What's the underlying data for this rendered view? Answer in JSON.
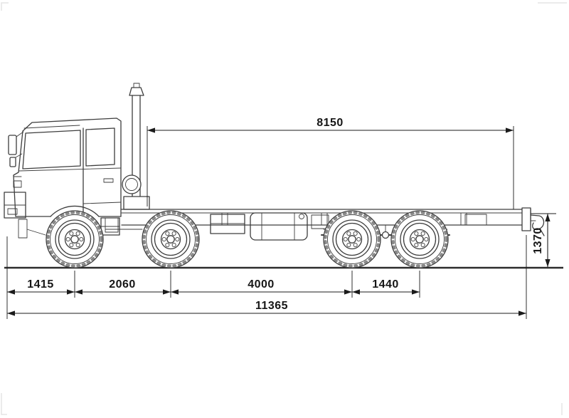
{
  "page": {
    "background": "#ffffff"
  },
  "drawing": {
    "subject": "truck-chassis-side-view",
    "colors": {
      "line": "#3d3d3d",
      "dimension": "#1b1b1b",
      "background": "#ffffff"
    }
  },
  "dimensions": {
    "upper_span": "8150",
    "rear_height": "1370",
    "front_overhang": "1415",
    "axle1_to_axle2": "2060",
    "axle2_to_axle3": "4000",
    "axle3_to_axle4": "1440",
    "overall_length": "11365"
  }
}
